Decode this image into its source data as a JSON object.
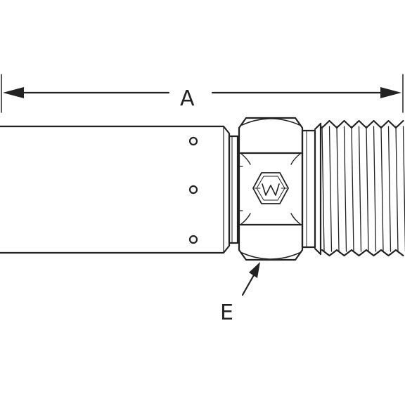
{
  "labels": {
    "dimension_a": "A",
    "callout_e": "E"
  },
  "colors": {
    "line": "#222222",
    "background": "#ffffff"
  },
  "logo": {
    "icon": "hex-w-logo-icon",
    "text": "W"
  }
}
